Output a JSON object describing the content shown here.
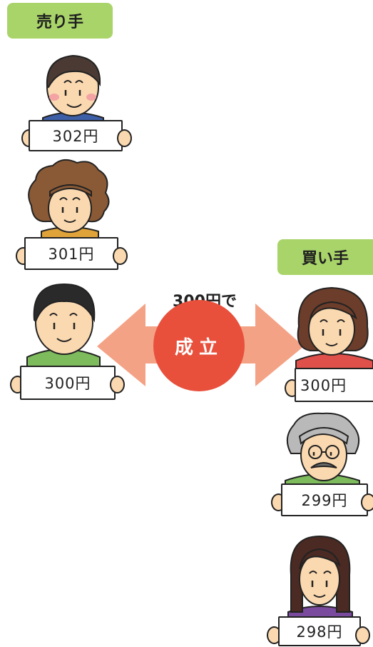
{
  "sellers": {
    "label": "売り手",
    "people": [
      {
        "price": "302円"
      },
      {
        "price": "301円"
      },
      {
        "price": "300円"
      }
    ]
  },
  "buyers": {
    "label": "買い手",
    "people": [
      {
        "price": "300円"
      },
      {
        "price": "299円"
      },
      {
        "price": "298円"
      }
    ]
  },
  "trade": {
    "amount_text": "300円で",
    "result_text": "成立"
  },
  "colors": {
    "label_bg": "#a9d46a",
    "arrow": "#f4a285",
    "badge": "#e8503c",
    "skin": "#fbd9b0"
  }
}
